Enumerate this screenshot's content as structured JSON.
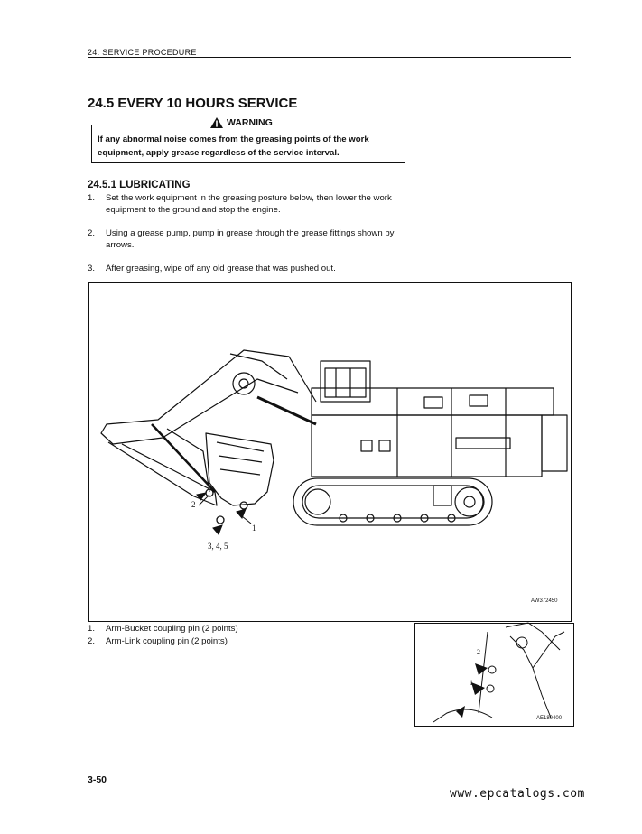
{
  "header": {
    "label": "24. SERVICE PROCEDURE"
  },
  "section": {
    "title": "24.5 EVERY 10 HOURS SERVICE"
  },
  "warning": {
    "heading": "WARNING",
    "icon": "warning-triangle-icon",
    "text": "If any abnormal noise comes from the greasing points of the work equipment, apply grease regardless of the service interval."
  },
  "subsection": {
    "title": "24.5.1 LUBRICATING"
  },
  "steps": [
    {
      "num": "1.",
      "text": "Set the work equipment in the greasing posture below, then lower the work equipment to the ground and stop the engine."
    },
    {
      "num": "2.",
      "text": "Using a grease pump, pump in grease through the grease fittings shown by arrows."
    },
    {
      "num": "3.",
      "text": "After greasing, wipe off any old grease that was pushed out."
    }
  ],
  "figure": {
    "code": "AW372450",
    "callouts": {
      "c1": "1",
      "c2": "2",
      "c345": "3, 4, 5"
    }
  },
  "legend": [
    {
      "num": "1.",
      "text": "Arm-Bucket coupling pin (2 points)"
    },
    {
      "num": "2.",
      "text": "Arm-Link coupling pin (2 points)"
    }
  ],
  "detail": {
    "code": "AE180400",
    "callouts": {
      "c1": "1",
      "c2": "2"
    }
  },
  "page": {
    "number": "3-50"
  },
  "watermark": {
    "text": "www.epcatalogs.com"
  }
}
